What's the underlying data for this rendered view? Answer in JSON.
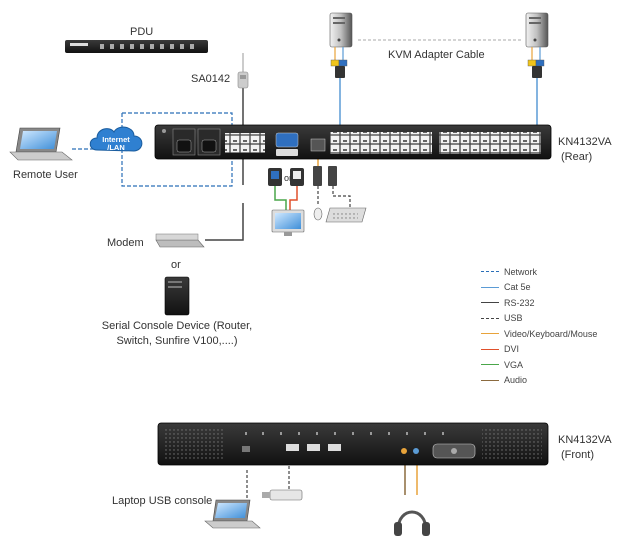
{
  "labels": {
    "pdu": "PDU",
    "sa0142": "SA0142",
    "kvm_adapter_cable": "KVM Adapter Cable",
    "internet_lan": "Internet\n/LAN",
    "remote_user": "Remote User",
    "rear_model": "KN4132VA",
    "rear_side": "(Rear)",
    "or_small": "or",
    "modem": "Modem",
    "or": "or",
    "serial_console_line1": "Serial Console Device (Router,",
    "serial_console_line2": "Switch, Sunfire V100,....)",
    "front_model": "KN4132VA",
    "front_side": "(Front)",
    "laptop_usb_console": "Laptop USB console"
  },
  "legend": [
    {
      "label": "Network",
      "color": "#2a6fb8",
      "style": "dashed"
    },
    {
      "label": "Cat 5e",
      "color": "#5b9bd5",
      "style": "solid"
    },
    {
      "label": "RS-232",
      "color": "#444444",
      "style": "solid"
    },
    {
      "label": "USB",
      "color": "#444444",
      "style": "dashed"
    },
    {
      "label": "Video/Keyboard/Mouse",
      "color": "#e8a33a",
      "style": "solid"
    },
    {
      "label": "DVI",
      "color": "#e0502b",
      "style": "solid"
    },
    {
      "label": "VGA",
      "color": "#4aa64a",
      "style": "solid"
    },
    {
      "label": "Audio",
      "color": "#8b6a3e",
      "style": "solid"
    }
  ]
}
